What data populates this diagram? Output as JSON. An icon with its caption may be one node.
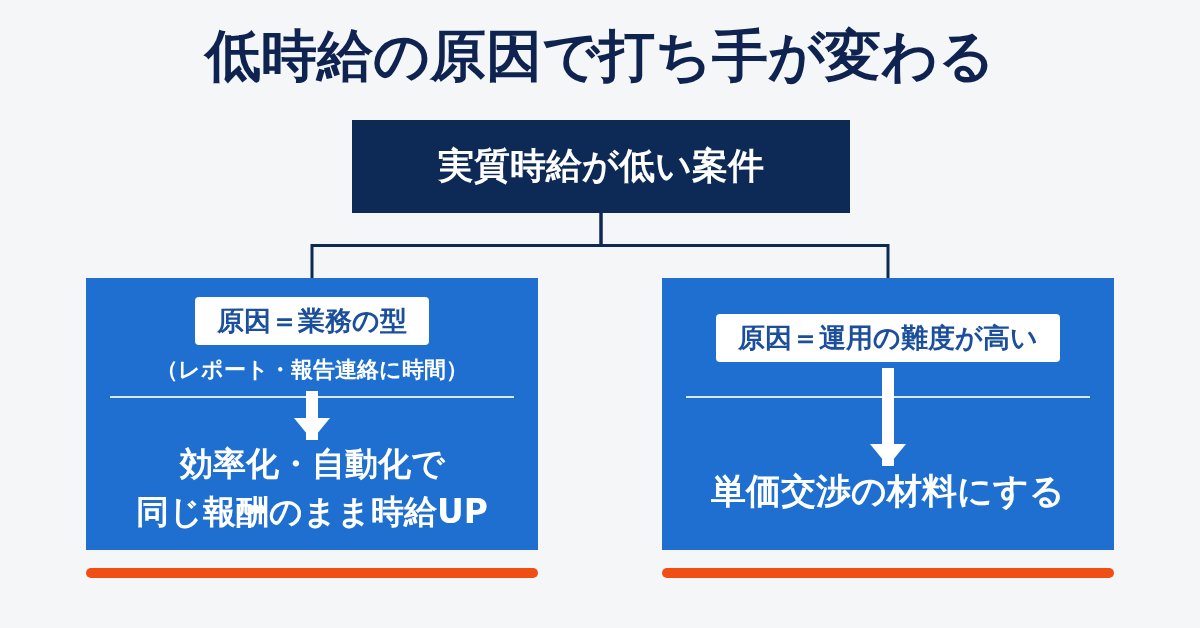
{
  "diagram": {
    "title": "低時給の原因で打ち手が変わる",
    "nodes": [
      {
        "text": [
          "実質時給が低い案件"
        ]
      },
      {
        "text": [],
        "shape": "box"
      },
      {
        "text": [
          "原因＝業務の型"
        ],
        "in": 1,
        "beside": [
          "（レポート・報告連絡に時間）"
        ]
      },
      {
        "text": [
          "効率化・自動化で同じ報酬のまま時給UP"
        ],
        "in": 1
      },
      {
        "text": [],
        "shape": "box"
      },
      {
        "text": [
          "原因＝運用の難度が高い"
        ],
        "in": 4
      },
      {
        "text": [
          "単価交渉の材料にする"
        ],
        "in": 4
      }
    ],
    "edges": [
      {
        "from": 0,
        "to": 1,
        "arrow": "none"
      },
      {
        "from": 0,
        "to": 4,
        "arrow": "none"
      },
      {
        "from": 2,
        "to": 3,
        "arrow": "to",
        "style": "thick",
        "color": "#ffffff"
      },
      {
        "from": 5,
        "to": 6,
        "arrow": "to",
        "style": "thick",
        "color": "#ffffff"
      }
    ]
  }
}
